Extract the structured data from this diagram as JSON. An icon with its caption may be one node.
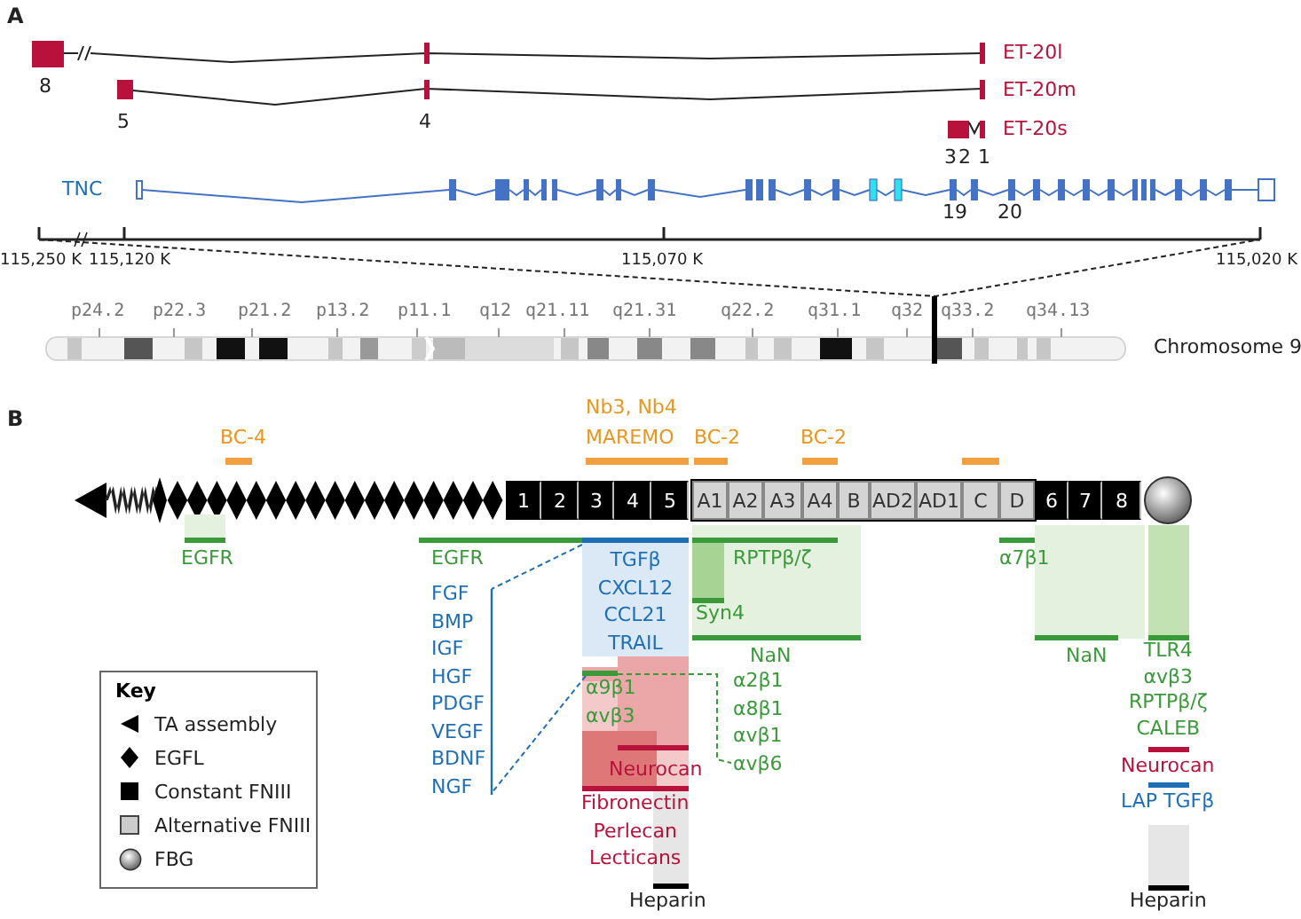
{
  "diagram": {
    "nodes": [
      {
        "text": [
          "1"
        ]
      },
      {
        "text": [
          "2"
        ]
      },
      {
        "text": [
          "3"
        ]
      },
      {
        "text": [
          "4"
        ]
      },
      {
        "text": [
          "5"
        ]
      },
      {
        "text": [
          "A1"
        ]
      },
      {
        "text": [
          "A2"
        ]
      },
      {
        "text": [
          "A3"
        ]
      },
      {
        "text": [
          "A4"
        ]
      },
      {
        "text": [
          "B"
        ]
      },
      {
        "text": [
          "AD2"
        ]
      },
      {
        "text": [
          "AD1"
        ]
      },
      {
        "text": [
          "C"
        ]
      },
      {
        "text": [
          "D"
        ]
      },
      {
        "text": [
          "6"
        ]
      },
      {
        "text": [
          "7"
        ]
      },
      {
        "text": [
          "8"
        ]
      },
      {
        "text": [
          "TGFβ CXCL12 CCL21 TRAIL"
        ]
      },
      {
        "text": [
          "FGF BMP IGF HGF PDGF VEGF BDNF NGF"
        ]
      },
      {
        "text": [
          "α9β1 αvβ3"
        ]
      },
      {
        "text": [
          "α2β1 α8β1 αvβ1 αvβ6"
        ]
      }
    ],
    "edges": [
      {
        "from": 17,
        "to": 18,
        "arrow": "none",
        "style": "dashed",
        "color": "#1f6fb5"
      },
      {
        "from": 19,
        "to": 18,
        "arrow": "none",
        "style": "dashed",
        "color": "#1f6fb5"
      },
      {
        "from": 19,
        "to": 20,
        "arrow": "none",
        "style": "dashed",
        "color": "#3a9a3a"
      }
    ],
    "labels": [
      "A",
      "ET-20l",
      "8",
      "ET-20m",
      "5",
      "4",
      "ET-20s",
      "3",
      "2",
      "1",
      "TNC",
      "19",
      "20",
      "115,250 K",
      "115,120 K",
      "115,070 K",
      "115,020 K",
      "p24.2",
      "p22.3",
      "p21.2",
      "p13.2",
      "p11.1",
      "q12",
      "q21.11",
      "q21.31",
      "q22.2",
      "q31.1",
      "q32",
      "q33.2",
      "q34.13",
      "Chromosome 9",
      "B",
      "BC-4",
      "Nb3, Nb4",
      "MAREMO",
      "BC-2",
      "BC-2",
      "EGFR",
      "EGFR",
      "RPTPβ/ζ",
      "α7β1",
      "Syn4",
      "NaN",
      "NaN",
      "TLR4 αvβ3 RPTPβ/ζ CALEB",
      "Neurocan",
      "Fibronectin Perlecan Lecticans",
      "Heparin",
      "Neurocan",
      "LAP TGFβ",
      "Heparin",
      "Key"
    ],
    "legend": [
      {
        "text": "TA assembly"
      },
      {
        "text": "EGFL"
      },
      {
        "text": "Constant FNIII"
      },
      {
        "text": "Alternative FNIII"
      },
      {
        "text": "FBG"
      }
    ]
  }
}
